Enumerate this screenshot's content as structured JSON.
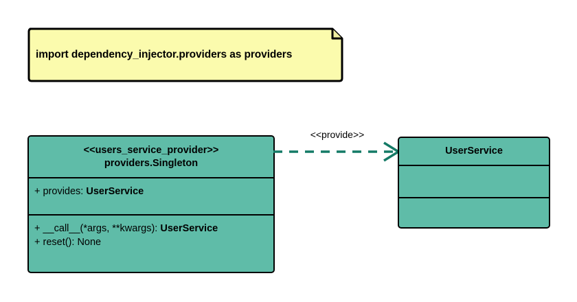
{
  "diagram": {
    "type": "uml-class-diagram",
    "background_color": "#ffffff",
    "note": {
      "text": "import dependency_injector.providers as providers",
      "fill_color": "#fbfbad",
      "border_color": "#000000",
      "folded_corner": true
    },
    "classes": [
      {
        "name": "users_service_provider",
        "stereotype_line": "<<users_service_provider>>",
        "type_line": "providers.Singleton",
        "fill_color": "#5fbca8",
        "border_color": "#000000",
        "attributes": [
          {
            "visibility": "+",
            "text": "+ provides: ",
            "type": "UserService"
          }
        ],
        "operations": [
          {
            "visibility": "+",
            "text": "+ __call__(*args, **kwargs): ",
            "type": "UserService"
          },
          {
            "visibility": "+",
            "text": "+ reset(): None",
            "type": ""
          }
        ]
      },
      {
        "name": "UserService",
        "title": "UserService",
        "fill_color": "#5fbca8",
        "border_color": "#000000",
        "attributes": [],
        "operations": []
      }
    ],
    "relationship": {
      "label": "<<provide>>",
      "style": "dashed",
      "arrowhead": "open",
      "color": "#147a66",
      "from": "users_service_provider",
      "to": "UserService"
    }
  }
}
